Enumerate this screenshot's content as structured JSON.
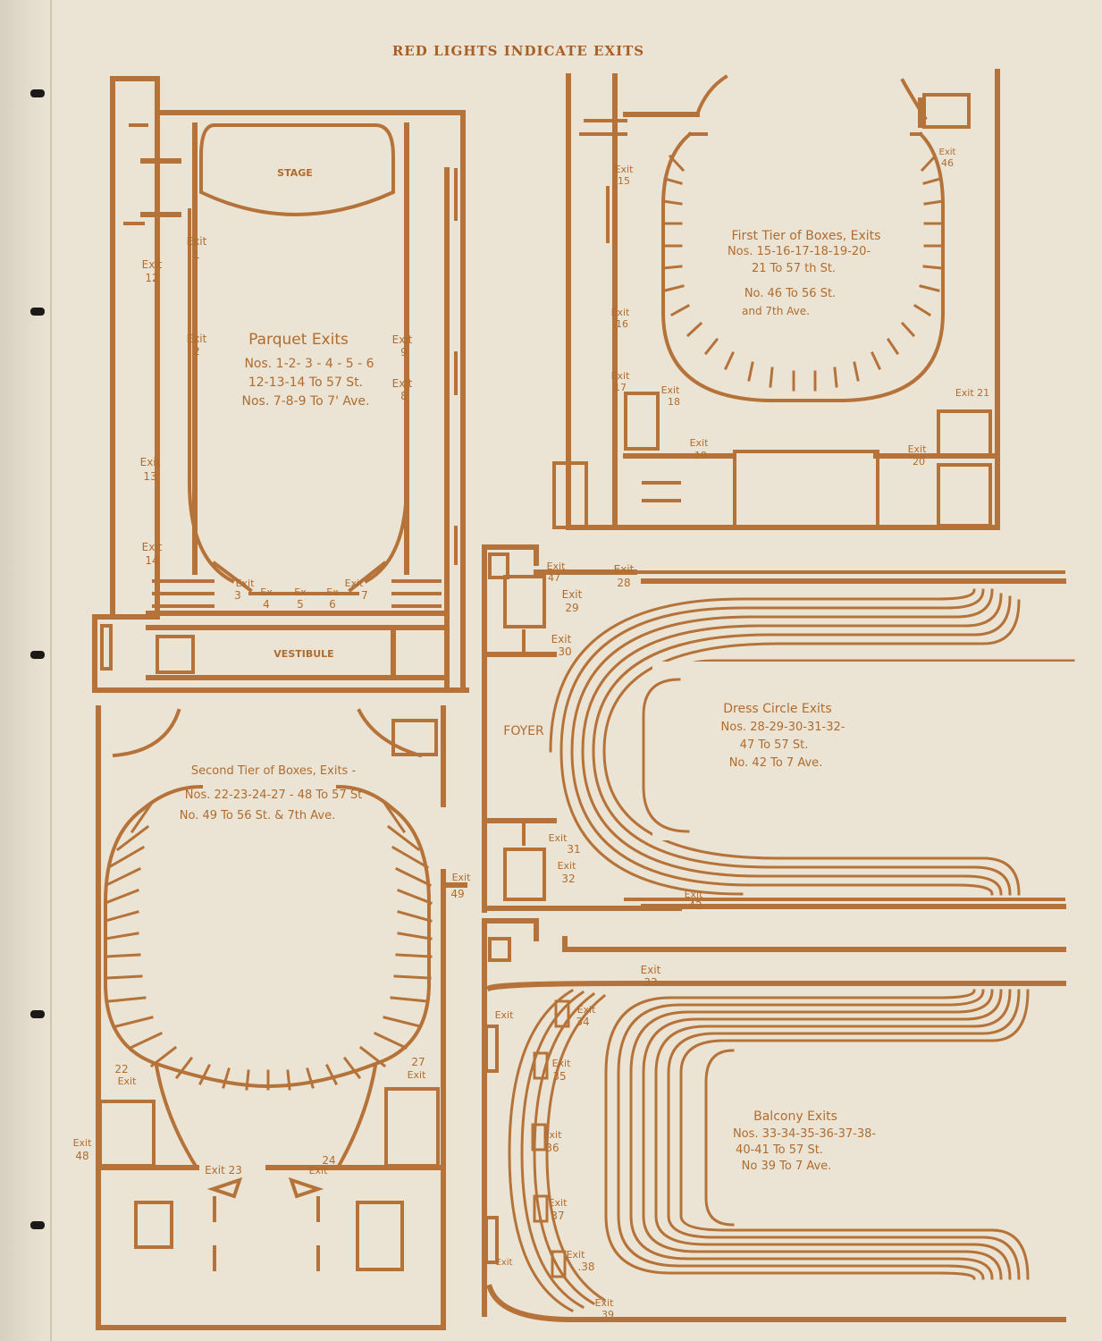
{
  "header": "RED LIGHTS INDICATE EXITS",
  "parquet": {
    "title": "Parquet Exits",
    "line1": "Nos. 1-2- 3 - 4 - 5 - 6",
    "line2": "12-13-14 To 57 St.",
    "line3": "Nos. 7-8-9 To 7' Ave.",
    "stage": "STAGE",
    "vestibule": "VESTIBULE",
    "exits": {
      "e1": "1",
      "e2": "2",
      "e3": "3",
      "e4": "4",
      "e5": "5",
      "e6": "6",
      "e7": "7",
      "e8": "8",
      "e9": "9",
      "e12": "12",
      "e13": "13",
      "e14": "14"
    },
    "exit_word": "Exit",
    "ex_word": "Ex"
  },
  "first_tier": {
    "title": "First Tier of Boxes, Exits",
    "line1": "Nos. 15-16-17-18-19-20-",
    "line2": "21 To 57 th St.",
    "line3": "No. 46 To 56 St.",
    "line4": "and 7th Ave.",
    "exits": {
      "e15": "15",
      "e16": "16",
      "e17": "17",
      "e18": "18",
      "e19": "19",
      "e20": "20",
      "e21": "Exit 21",
      "e46": "46"
    }
  },
  "dress_circle": {
    "title": "Dress Circle Exits",
    "line1": "Nos. 28-29-30-31-32-",
    "line2": "47 To 57 St.",
    "line3": "No. 42 To 7 Ave.",
    "foyer": "FOYER",
    "exits": {
      "e47": "47",
      "e28": "28",
      "e29": "29",
      "e30": "30",
      "e31": "31",
      "e32": "32",
      "e42": "42"
    }
  },
  "second_tier": {
    "title": "Second Tier of Boxes, Exits -",
    "line1": "Nos. 22-23-24-27 - 48 To 57 St",
    "line2": "No. 49 To 56 St. & 7th Ave.",
    "exits": {
      "e22": "22",
      "e23": "Exit 23",
      "e24": "24",
      "e27": "27",
      "e48": "48",
      "e49": "49"
    }
  },
  "balcony": {
    "title": "Balcony Exits",
    "line1": "Nos. 33-34-35-36-37-38-",
    "line2": "40-41 To 57 St.",
    "line3": "No 39 To 7 Ave.",
    "exits": {
      "e33": "33",
      "e34": "34",
      "e35": "35",
      "e36": "36",
      "e37": "37",
      "e38": ".38",
      "e39": "39"
    }
  }
}
